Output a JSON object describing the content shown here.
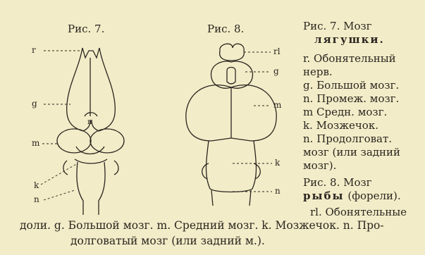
{
  "figure7": {
    "title": "Рис. 7.",
    "labels": {
      "r": "r",
      "g": "g",
      "n": "n",
      "m": "m",
      "k": "k",
      "n2": "n"
    }
  },
  "figure8": {
    "title": "Рис. 8.",
    "labels": {
      "rl": "rl",
      "g": "g",
      "m": "m",
      "k": "k",
      "n": "n"
    }
  },
  "caption7": {
    "heading_a": "Рис. 7. Мозг",
    "heading_b": "лягушки.",
    "lines": [
      "r. Обонятельный",
      "нерв.",
      "g. Большой мозг.",
      "n. Промеж. мозг.",
      "m Средн. мозг.",
      "k. Мозжечок.",
      "n. Продолговат.",
      "мозг (или задний",
      "мозг)."
    ]
  },
  "caption8": {
    "heading_a": "Рис. 8. Мозг",
    "heading_b_bold": "рыбы",
    "heading_b_rest": " (форели).",
    "line1": "rl. Обонятельные"
  },
  "bottom": {
    "line1": "доли. g. Большой мозг. m. Средний мозг. k. Мозжечок. n. Про-",
    "line2": "долговатый мозг (или задний м.)."
  }
}
